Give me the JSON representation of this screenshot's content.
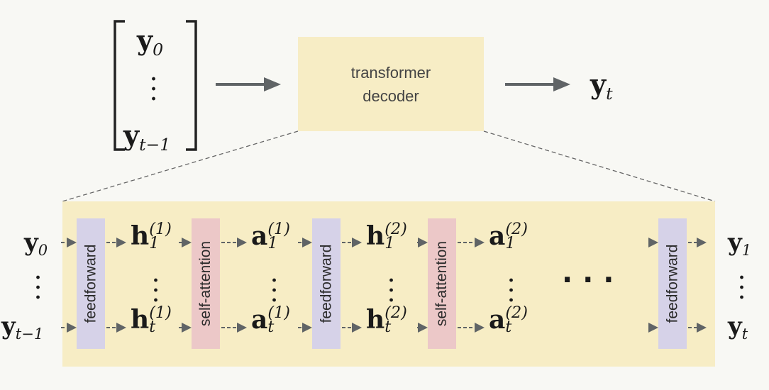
{
  "top": {
    "input_vector": {
      "first": "y",
      "first_sub": "0",
      "last": "y",
      "last_sub": "t−1"
    },
    "decoder_line1": "transformer",
    "decoder_line2": "decoder",
    "output": {
      "sym": "y",
      "sub": "t"
    }
  },
  "inputs": {
    "top": {
      "sym": "y",
      "sub": "0"
    },
    "bottom": {
      "sym": "y",
      "sub": "t−1"
    }
  },
  "blocks": [
    {
      "kind": "ff",
      "label": "feedforward"
    },
    {
      "kind": "sa",
      "label": "self-attention"
    },
    {
      "kind": "ff",
      "label": "feedforward"
    },
    {
      "kind": "sa",
      "label": "self-attention"
    },
    {
      "kind": "ff",
      "label": "feedforward"
    }
  ],
  "hidden": [
    {
      "sym": "h",
      "sup": "(1)",
      "sub_top": "1",
      "sub_bottom": "t"
    },
    {
      "sym": "a",
      "sup": "(1)",
      "sub_top": "1",
      "sub_bottom": "t"
    },
    {
      "sym": "h",
      "sup": "(2)",
      "sub_top": "1",
      "sub_bottom": "t"
    },
    {
      "sym": "a",
      "sup": "(2)",
      "sub_top": "1",
      "sub_bottom": "t"
    }
  ],
  "ellipsis": "· · ·",
  "outputs": {
    "top": {
      "sym": "y",
      "sub": "1"
    },
    "bottom": {
      "sym": "y",
      "sub": "t"
    }
  },
  "colors": {
    "panel": "#f7edc5",
    "feedforward": "#d6d2e8",
    "self_attention": "#ecc8c8",
    "arrow": "#606466"
  }
}
